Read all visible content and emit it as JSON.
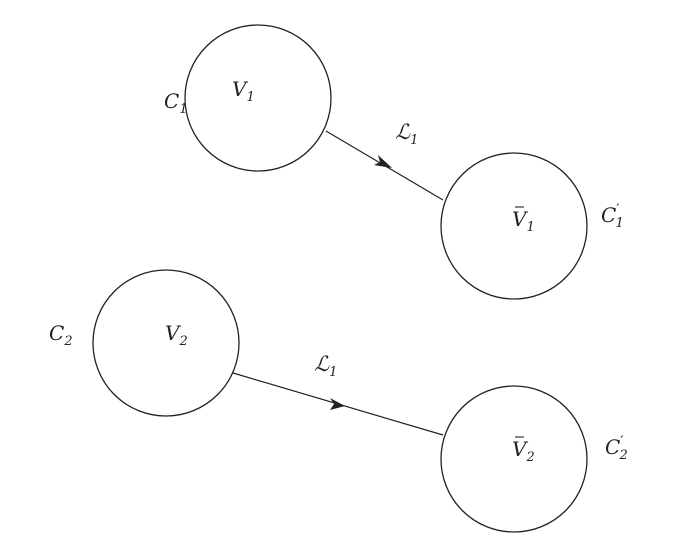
{
  "diagram": {
    "colors": {
      "stroke": "#222222",
      "background": "#ffffff"
    },
    "nodes": [
      {
        "id": "V1",
        "symbol": "V",
        "sub": "1",
        "bar": false,
        "curve_label": "C",
        "curve_sub": "1",
        "curve_prime": false
      },
      {
        "id": "V1bar",
        "symbol": "V",
        "sub": "1",
        "bar": true,
        "curve_label": "C",
        "curve_sub": "1",
        "curve_prime": true
      },
      {
        "id": "V2",
        "symbol": "V",
        "sub": "2",
        "bar": false,
        "curve_label": "C",
        "curve_sub": "2",
        "curve_prime": false
      },
      {
        "id": "V2bar",
        "symbol": "V",
        "sub": "2",
        "bar": true,
        "curve_label": "C",
        "curve_sub": "2",
        "curve_prime": true
      }
    ],
    "edges": [
      {
        "from": "V1",
        "to": "V1bar",
        "label": "ℒ",
        "label_sub": "1"
      },
      {
        "from": "V2",
        "to": "V2bar",
        "label": "ℒ",
        "label_sub": "1"
      }
    ]
  }
}
